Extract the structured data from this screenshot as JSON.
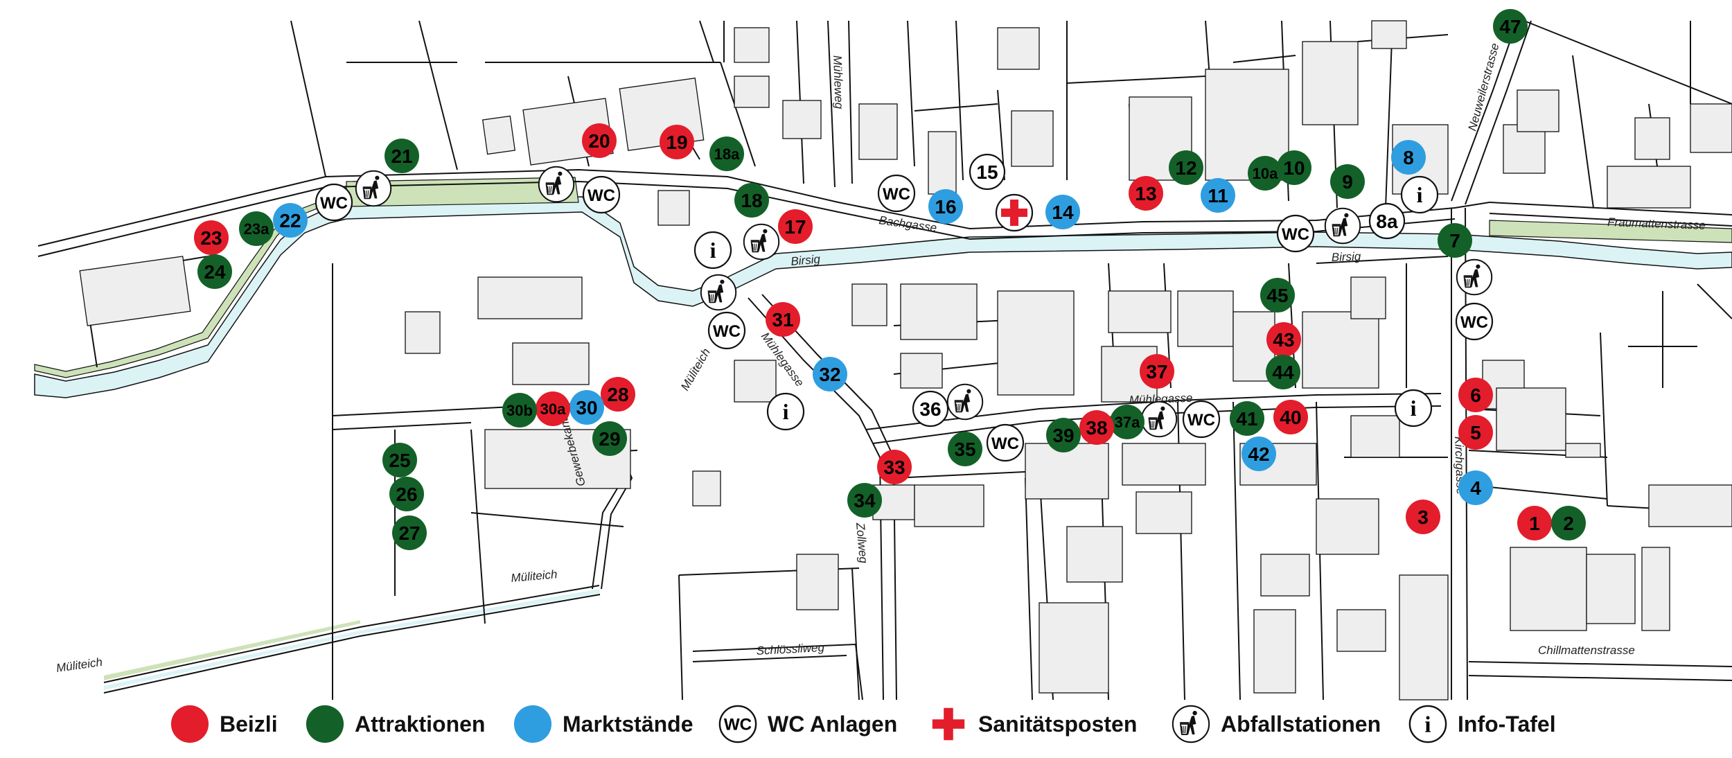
{
  "map": {
    "streets": [
      {
        "key": "muehleweg",
        "name": "Mühleweg"
      },
      {
        "key": "bachgasse",
        "name": "Bachgasse"
      },
      {
        "key": "birsig_w",
        "name": "Birsig"
      },
      {
        "key": "birsig_e",
        "name": "Birsig"
      },
      {
        "key": "muehlegasse_n",
        "name": "Mühlegasse"
      },
      {
        "key": "muehlegasse_s",
        "name": "Mühlegasse"
      },
      {
        "key": "mueliteich_ne",
        "name": "Müliteich"
      },
      {
        "key": "mueliteich_mid",
        "name": "Müliteich"
      },
      {
        "key": "mueliteich_sw",
        "name": "Müliteich"
      },
      {
        "key": "gewerbekanal",
        "name": "Gewerbekanal"
      },
      {
        "key": "zollweg",
        "name": "Zollweg"
      },
      {
        "key": "schloessliweg",
        "name": "Schlössliweg"
      },
      {
        "key": "kirchgasse",
        "name": "Kirchgasse"
      },
      {
        "key": "neuweilerstrasse",
        "name": "Neuweilerstrasse"
      },
      {
        "key": "fraumattenstrasse",
        "name": "Fraumattenstrasse"
      },
      {
        "key": "chillmattenstrasse",
        "name": "Chillmattenstrasse"
      }
    ],
    "markers": [
      {
        "label": "1",
        "category": "beizli"
      },
      {
        "label": "2",
        "category": "attraktionen"
      },
      {
        "label": "3",
        "category": "beizli"
      },
      {
        "label": "4",
        "category": "marktstaende"
      },
      {
        "label": "5",
        "category": "beizli"
      },
      {
        "label": "6",
        "category": "beizli"
      },
      {
        "label": "7",
        "category": "attraktionen"
      },
      {
        "label": "8",
        "category": "marktstaende"
      },
      {
        "label": "8a",
        "category": "label"
      },
      {
        "label": "9",
        "category": "attraktionen"
      },
      {
        "label": "10",
        "category": "attraktionen"
      },
      {
        "label": "10a",
        "category": "attraktionen"
      },
      {
        "label": "11",
        "category": "marktstaende"
      },
      {
        "label": "12",
        "category": "attraktionen"
      },
      {
        "label": "13",
        "category": "beizli"
      },
      {
        "label": "14",
        "category": "marktstaende"
      },
      {
        "label": "15",
        "category": "label"
      },
      {
        "label": "16",
        "category": "marktstaende"
      },
      {
        "label": "17",
        "category": "beizli"
      },
      {
        "label": "18",
        "category": "attraktionen"
      },
      {
        "label": "18a",
        "category": "attraktionen"
      },
      {
        "label": "19",
        "category": "beizli"
      },
      {
        "label": "20",
        "category": "beizli"
      },
      {
        "label": "21",
        "category": "attraktionen"
      },
      {
        "label": "22",
        "category": "marktstaende"
      },
      {
        "label": "23",
        "category": "beizli"
      },
      {
        "label": "23a",
        "category": "attraktionen"
      },
      {
        "label": "24",
        "category": "attraktionen"
      },
      {
        "label": "25",
        "category": "attraktionen"
      },
      {
        "label": "26",
        "category": "attraktionen"
      },
      {
        "label": "27",
        "category": "attraktionen"
      },
      {
        "label": "28",
        "category": "beizli"
      },
      {
        "label": "29",
        "category": "attraktionen"
      },
      {
        "label": "30",
        "category": "marktstaende"
      },
      {
        "label": "30a",
        "category": "beizli"
      },
      {
        "label": "30b",
        "category": "attraktionen"
      },
      {
        "label": "31",
        "category": "beizli"
      },
      {
        "label": "32",
        "category": "marktstaende"
      },
      {
        "label": "33",
        "category": "beizli"
      },
      {
        "label": "34",
        "category": "attraktionen"
      },
      {
        "label": "35",
        "category": "attraktionen"
      },
      {
        "label": "36",
        "category": "label"
      },
      {
        "label": "37",
        "category": "beizli"
      },
      {
        "label": "37a",
        "category": "attraktionen"
      },
      {
        "label": "38",
        "category": "beizli"
      },
      {
        "label": "39",
        "category": "attraktionen"
      },
      {
        "label": "40",
        "category": "beizli"
      },
      {
        "label": "41",
        "category": "attraktionen"
      },
      {
        "label": "42",
        "category": "marktstaende"
      },
      {
        "label": "43",
        "category": "beizli"
      },
      {
        "label": "44",
        "category": "attraktionen"
      },
      {
        "label": "45",
        "category": "attraktionen"
      },
      {
        "label": "47",
        "category": "attraktionen"
      }
    ],
    "wc_label": "WC",
    "info_label": "i"
  },
  "legend": {
    "items": [
      {
        "key": "beizli",
        "label": "Beizli",
        "icon": "red-circle"
      },
      {
        "key": "attraktionen",
        "label": "Attraktionen",
        "icon": "green-circle"
      },
      {
        "key": "marktstaende",
        "label": "Marktstände",
        "icon": "blue-circle"
      },
      {
        "key": "wc",
        "label": "WC Anlagen",
        "icon": "wc-icon"
      },
      {
        "key": "sanitaet",
        "label": "Sanitätsposten",
        "icon": "red-cross-icon"
      },
      {
        "key": "abfall",
        "label": "Abfallstationen",
        "icon": "trash-bin-icon"
      },
      {
        "key": "info",
        "label": "Info-Tafel",
        "icon": "info-icon"
      }
    ]
  },
  "colors": {
    "beizli": "#e31d2b",
    "attraktionen": "#136128",
    "marktstaende": "#2f9ee0",
    "sanitaet": "#e31d2b",
    "water": "#dcf3f6",
    "green_strip": "#cde2b8",
    "building": "#eeeeee"
  }
}
